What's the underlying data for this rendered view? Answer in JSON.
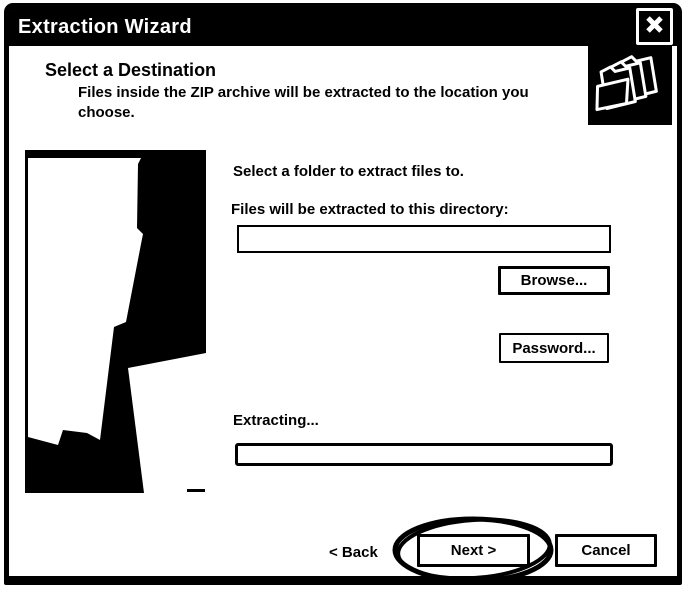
{
  "window": {
    "title": "Extraction Wizard"
  },
  "header": {
    "title": "Select a Destination",
    "subtitle_lines": [
      "Files inside the ZIP archive will be extracted to the location you",
      "choose."
    ]
  },
  "content": {
    "instruction": "Select a folder to extract files to.",
    "directory_label": "Files will be extracted to this directory:",
    "directory_value": "",
    "browse_label": "Browse...",
    "password_label": "Password...",
    "progress": {
      "label": "Extracting...",
      "percent": 0
    }
  },
  "footer": {
    "back_label": "< Back",
    "next_label": "Next >",
    "cancel_label": "Cancel"
  },
  "icons": {
    "close": "close-icon",
    "folders": "zip-folder-stack-icon"
  },
  "annotation": {
    "shape": "hand-drawn-ellipse",
    "highlights": "next-button",
    "color": "#000000"
  },
  "colors": {
    "foreground": "#000000",
    "background": "#ffffff"
  }
}
